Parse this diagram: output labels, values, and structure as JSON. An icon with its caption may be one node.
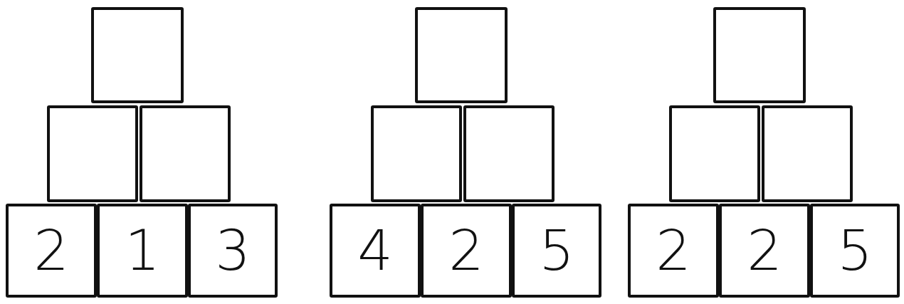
{
  "diagram": {
    "nodes": [
      {
        "text": [],
        "shape": "box"
      },
      {
        "text": [],
        "shape": "box"
      },
      {
        "text": [],
        "shape": "box"
      },
      {
        "text": [
          "2"
        ]
      },
      {
        "text": [
          "1"
        ]
      },
      {
        "text": [
          "3"
        ]
      },
      {
        "text": [],
        "shape": "box"
      },
      {
        "text": [],
        "shape": "box"
      },
      {
        "text": [],
        "shape": "box"
      },
      {
        "text": [
          "4"
        ]
      },
      {
        "text": [
          "2"
        ]
      },
      {
        "text": [
          "5"
        ]
      },
      {
        "text": [],
        "shape": "box"
      },
      {
        "text": [],
        "shape": "box"
      },
      {
        "text": [],
        "shape": "box"
      },
      {
        "text": [
          "2"
        ]
      },
      {
        "text": [
          "2"
        ]
      },
      {
        "text": [
          "5"
        ]
      }
    ]
  }
}
